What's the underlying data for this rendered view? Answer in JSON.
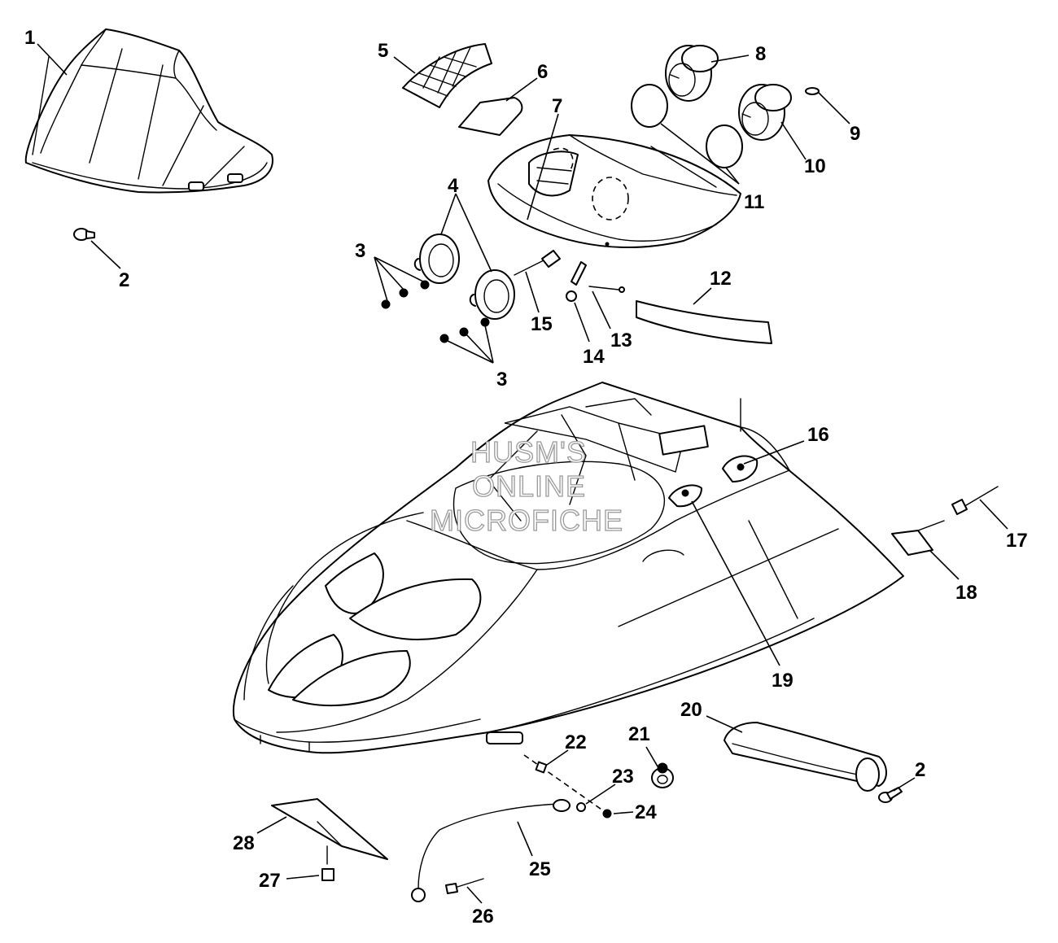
{
  "diagram": {
    "watermark": [
      "HUSM'S",
      "ONLINE",
      "MICROFICHE"
    ],
    "callouts": [
      {
        "id": "c1",
        "label": "1"
      },
      {
        "id": "c2a",
        "label": "2"
      },
      {
        "id": "c2b",
        "label": "2"
      },
      {
        "id": "c3a",
        "label": "3"
      },
      {
        "id": "c3b",
        "label": "3"
      },
      {
        "id": "c4",
        "label": "4"
      },
      {
        "id": "c5",
        "label": "5"
      },
      {
        "id": "c6",
        "label": "6"
      },
      {
        "id": "c7",
        "label": "7"
      },
      {
        "id": "c8",
        "label": "8"
      },
      {
        "id": "c9",
        "label": "9"
      },
      {
        "id": "c10",
        "label": "10"
      },
      {
        "id": "c11",
        "label": "11"
      },
      {
        "id": "c12",
        "label": "12"
      },
      {
        "id": "c13",
        "label": "13"
      },
      {
        "id": "c14",
        "label": "14"
      },
      {
        "id": "c15",
        "label": "15"
      },
      {
        "id": "c16",
        "label": "16"
      },
      {
        "id": "c17",
        "label": "17"
      },
      {
        "id": "c18",
        "label": "18"
      },
      {
        "id": "c19",
        "label": "19"
      },
      {
        "id": "c20",
        "label": "20"
      },
      {
        "id": "c21",
        "label": "21"
      },
      {
        "id": "c22",
        "label": "22"
      },
      {
        "id": "c23",
        "label": "23"
      },
      {
        "id": "c24",
        "label": "24"
      },
      {
        "id": "c25",
        "label": "25"
      },
      {
        "id": "c26",
        "label": "26"
      },
      {
        "id": "c27",
        "label": "27"
      },
      {
        "id": "c28",
        "label": "28"
      }
    ]
  }
}
